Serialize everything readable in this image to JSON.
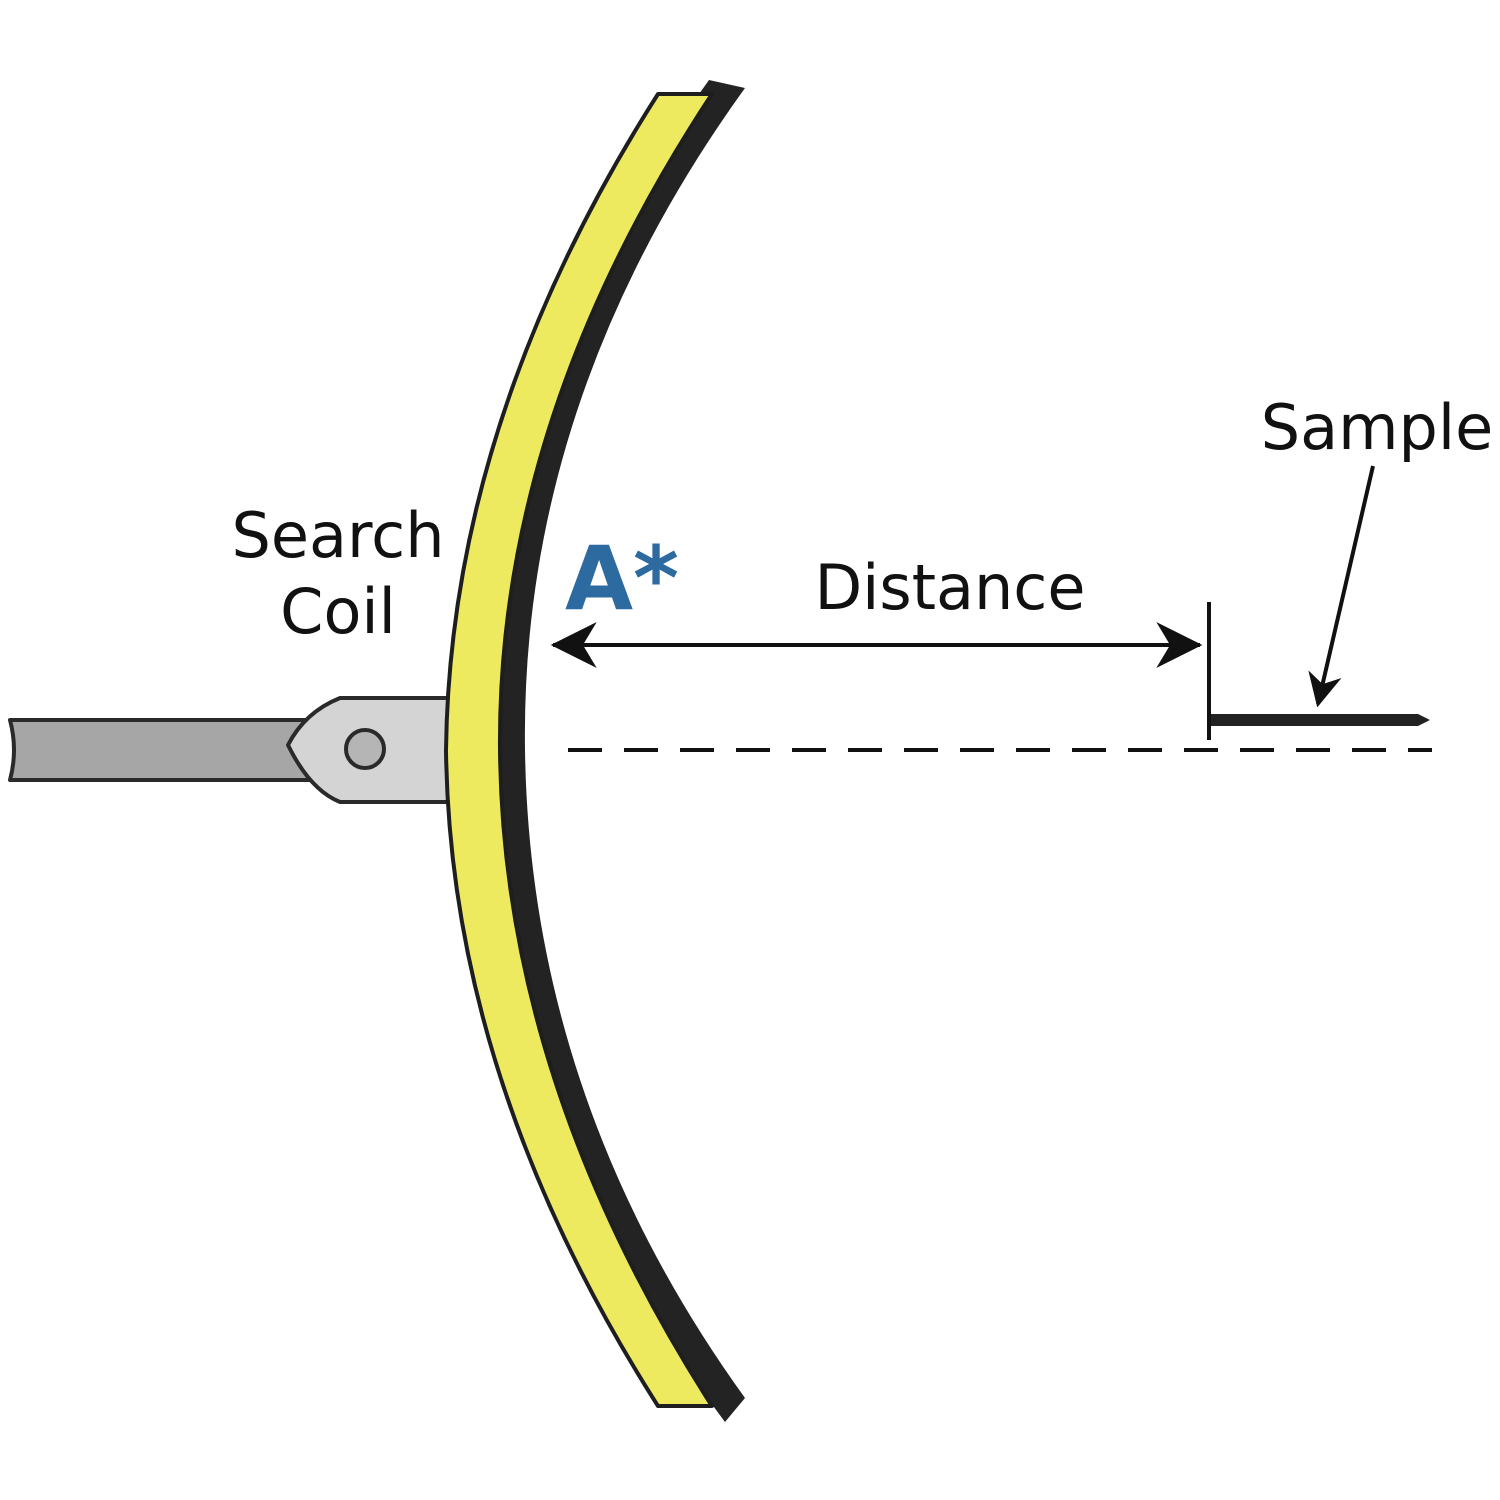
{
  "labels": {
    "search_coil_line1": "Search",
    "search_coil_line2": "Coil",
    "marker": "A*",
    "distance": "Distance",
    "sample": "Sample"
  },
  "colors": {
    "coil_fill": "#eeea60",
    "coil_backing": "#232323",
    "handle_fill": "#a6a6a6",
    "bracket_fill": "#d4d4d4",
    "marker": "#2c6aa0",
    "lines": "#111111"
  },
  "icons": {
    "arrow_head": "filled-arrowhead",
    "pivot": "circle"
  }
}
